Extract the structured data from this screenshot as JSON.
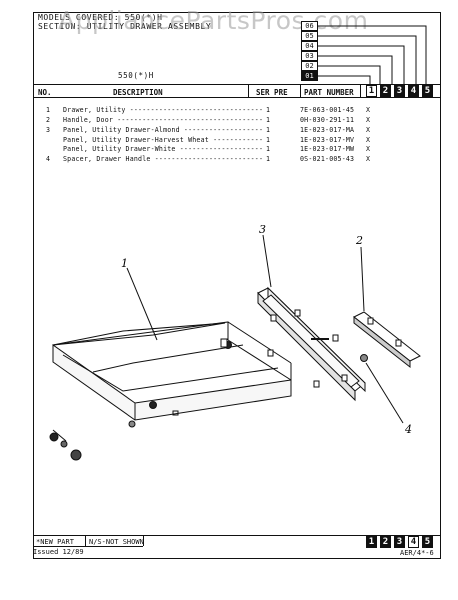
{
  "header": {
    "models_covered": "MODELS COVERED: 550(*)H",
    "section_title": "SECTION: UTILITY DRAWER ASSEMBLY",
    "model_code": "550(*)H",
    "watermark": "AppliancePartsPros.com"
  },
  "revision_stack": [
    "06",
    "05",
    "04",
    "03",
    "02",
    "01"
  ],
  "columns": {
    "no": "NO.",
    "description": "DESCRIPTION",
    "ser_pre": "SER PRE",
    "part_number": "PART NUMBER"
  },
  "page_boxes": [
    "1",
    "2",
    "3",
    "4",
    "5"
  ],
  "parts": [
    {
      "no": "1",
      "description": "Drawer, Utility",
      "qty": "1",
      "part_number": "7E-063-001-45",
      "mark": "X"
    },
    {
      "no": "2",
      "description": "Handle, Door",
      "qty": "1",
      "part_number": "0H-030-291-11",
      "mark": "X"
    },
    {
      "no": "3",
      "description": "Panel, Utility Drawer-Almond",
      "qty": "1",
      "part_number": "1E-023-017-MA",
      "mark": "X"
    },
    {
      "no": "",
      "description": "Panel, Utility Drawer-Harvest Wheat",
      "qty": "1",
      "part_number": "1E-023-017-MV",
      "mark": "X"
    },
    {
      "no": "",
      "description": "Panel, Utility Drawer-White",
      "qty": "1",
      "part_number": "1E-023-017-MW",
      "mark": "X"
    },
    {
      "no": "4",
      "description": "Spacer, Drawer Handle",
      "qty": "1",
      "part_number": "0S-021-005-43",
      "mark": "X"
    }
  ],
  "callouts": [
    "1",
    "2",
    "3",
    "4"
  ],
  "footer": {
    "new_part": "*NEW PART",
    "not_shown": "N/S-NOT SHOWN",
    "issued": "Issued 12/89",
    "page_ref": "AER/4*-6"
  },
  "colors": {
    "ink": "#111111",
    "watermark": "#9a9a9a"
  }
}
